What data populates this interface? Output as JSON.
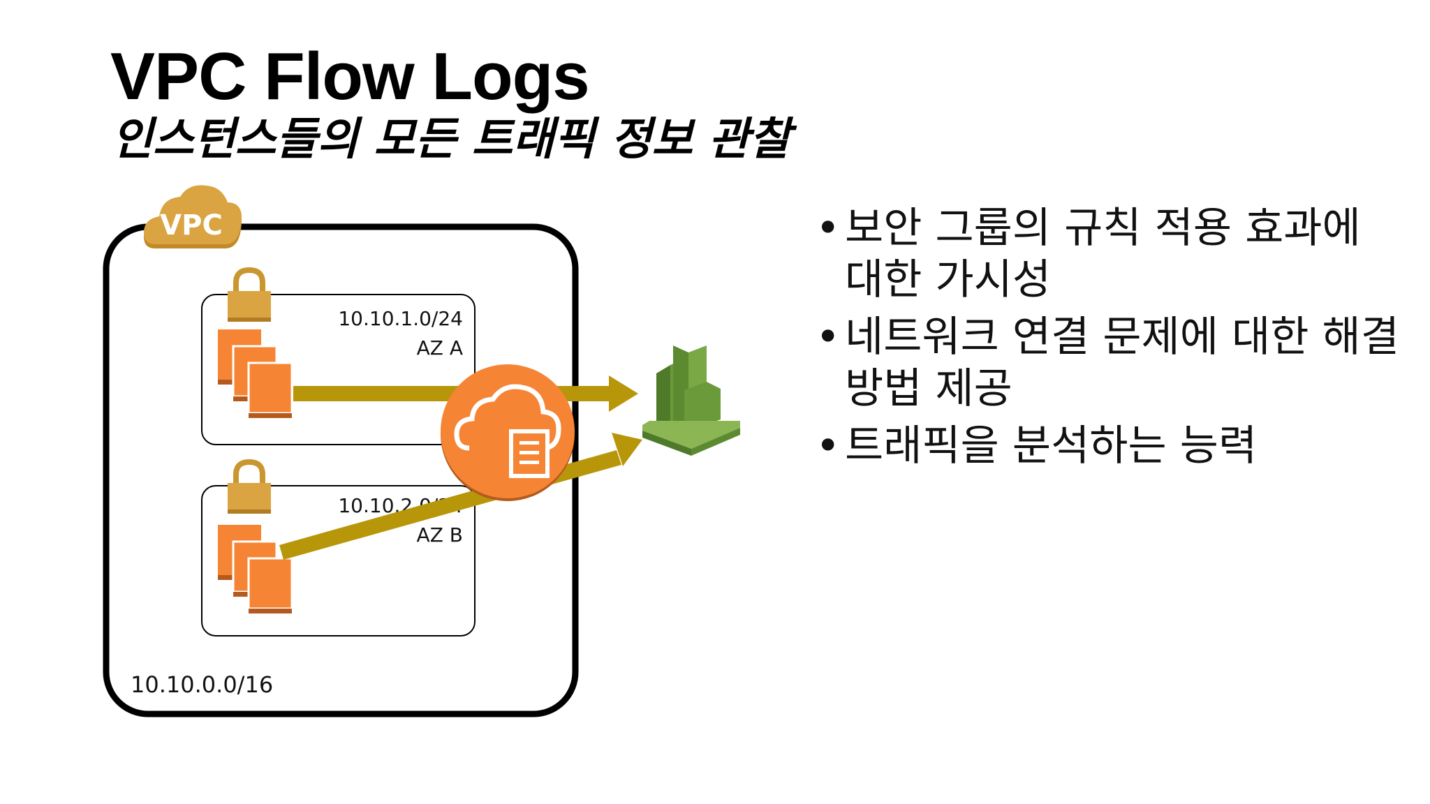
{
  "title": "VPC Flow Logs",
  "subtitle": "인스턴스들의 모든 트래픽 정보 관찰",
  "vpc": {
    "badge": "VPC",
    "cidr": "10.10.0.0/16"
  },
  "subnets": [
    {
      "cidr": "10.10.1.0/24",
      "az": "AZ A"
    },
    {
      "cidr": "10.10.2.0/24",
      "az": "AZ B"
    }
  ],
  "icons": {
    "vpc": "vpc-cloud-icon",
    "lock": "lock-icon",
    "instances": "ec2-instances-icon",
    "flow_logs": "flow-logs-icon",
    "cloudwatch": "cloudwatch-icon"
  },
  "colors": {
    "aws_orange": "#f58534",
    "vpc_gold": "#d9a441",
    "arrow_olive": "#b8960a",
    "cloudwatch_green": "#6b9a3a"
  },
  "bullets": [
    {
      "marker": "•",
      "text": "보안 그룹의 규칙 적용 효과에 대한 가시성"
    },
    {
      "marker": "•",
      "text": "네트워크 연결 문제에 대한 해결 방법 제공"
    },
    {
      "marker": "•",
      "text": "트래픽을 분석하는 능력"
    }
  ]
}
